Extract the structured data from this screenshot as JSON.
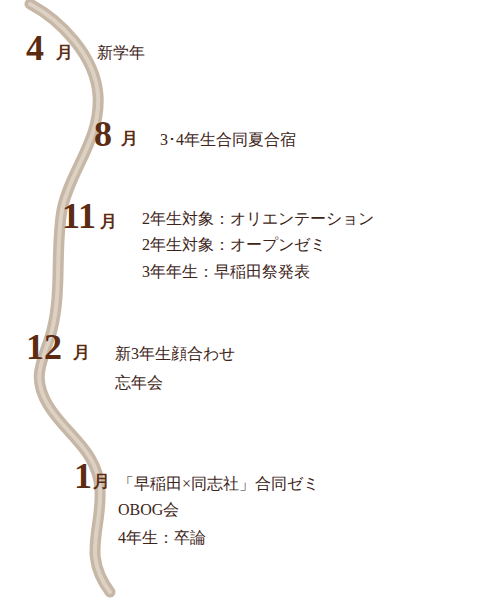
{
  "diagram": {
    "labels": [
      "4",
      "月",
      "新学年",
      "8",
      "月",
      "3･4年生合同夏合宿",
      "11",
      "月",
      "2年生対象：オリエンテーション",
      "2年生対象：オープンゼミ",
      "3年年生：早稲田祭発表",
      "12",
      "月",
      "新3年生顔合わせ",
      "忘年会",
      "1",
      "月",
      "「早稲田×同志社」合同ゼミ",
      "OBOG会",
      "4年生：卒論"
    ]
  }
}
